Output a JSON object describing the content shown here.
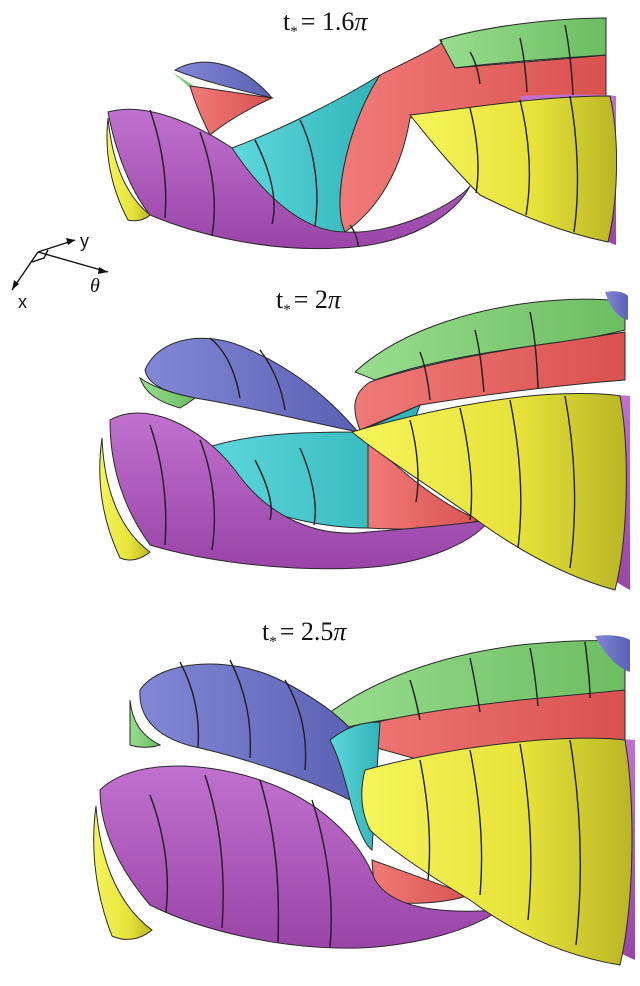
{
  "panels": [
    {
      "id": "p1",
      "t_label": "t",
      "t_sub": "*",
      "t_value": "= 1.6",
      "pi": "π"
    },
    {
      "id": "p2",
      "t_label": "t",
      "t_sub": "*",
      "t_value": "= 2",
      "pi": "π"
    },
    {
      "id": "p3",
      "t_label": "t",
      "t_sub": "*",
      "t_value": "= 2.5",
      "pi": "π"
    }
  ],
  "axes": {
    "x": "x",
    "y": "y",
    "theta": "θ"
  },
  "colors": {
    "blue": "#6f74c8",
    "green": "#86d27e",
    "red": "#ee6b6b",
    "cyan": "#3fcbd0",
    "yellow": "#eaea3d",
    "purple": "#b45cc2",
    "edge": "#2a2a2a"
  }
}
